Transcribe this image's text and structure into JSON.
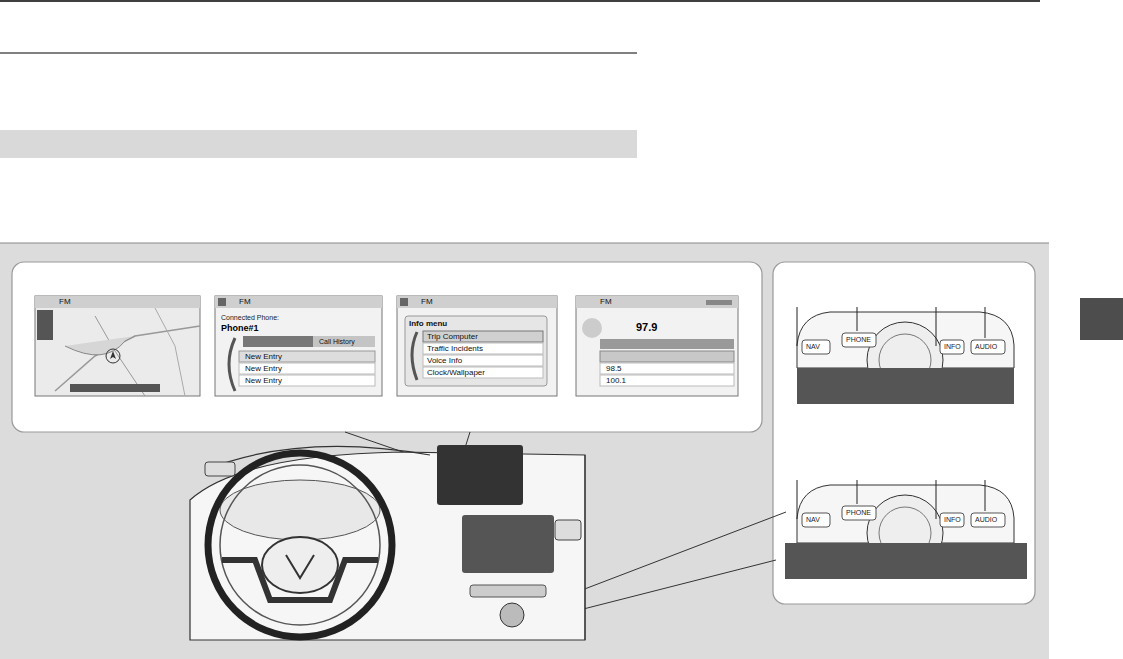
{
  "diagram": {
    "nodes": [
      {
        "text": [
          "FM"
        ]
      },
      {
        "text": [
          "FM",
          "Connected Phone:",
          "Phone#1",
          "Call History",
          "New Entry",
          "New Entry",
          "New Entry"
        ]
      },
      {
        "text": [
          "FM",
          "Info menu",
          "Trip Computer",
          "Traffic Incidents",
          "Voice Info",
          "Clock/Wallpaper"
        ]
      },
      {
        "text": [
          "FM",
          "97.9",
          "98.5",
          "100.1"
        ]
      }
    ],
    "labels": [
      "NAV",
      "PHONE",
      "INFO",
      "AUDIO",
      "NAV",
      "PHONE",
      "INFO",
      "AUDIO"
    ]
  }
}
